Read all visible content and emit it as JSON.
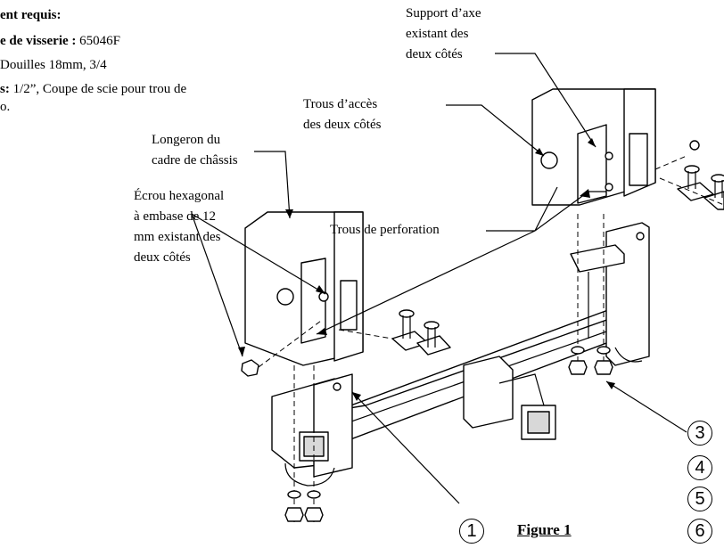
{
  "header": {
    "line1_bold": "ent requis:",
    "line2_bold": "e de visserie : ",
    "line2_value": "65046F",
    "line3": "Douilles 18mm, 3/4",
    "line4_bold": "s:",
    "line4_value": "  1/2”, Coupe de scie pour trou de",
    "line5": "o."
  },
  "labels": {
    "support_axe": [
      "Support d’axe",
      "existant des",
      "deux côtés"
    ],
    "trous_acces": [
      "Trous d’accès",
      "des deux côtés"
    ],
    "longeron": [
      "Longeron du",
      "cadre de châssis"
    ],
    "ecrou": [
      "Écrou hexagonal",
      "à embase de 12",
      "mm existant des",
      "deux côtés"
    ],
    "trous_perforation": "Trous de perforation"
  },
  "callouts": {
    "c1": "1",
    "c3": "3",
    "c4": "4",
    "c5": "5",
    "c6": "6"
  },
  "figure_caption": "Figure 1"
}
